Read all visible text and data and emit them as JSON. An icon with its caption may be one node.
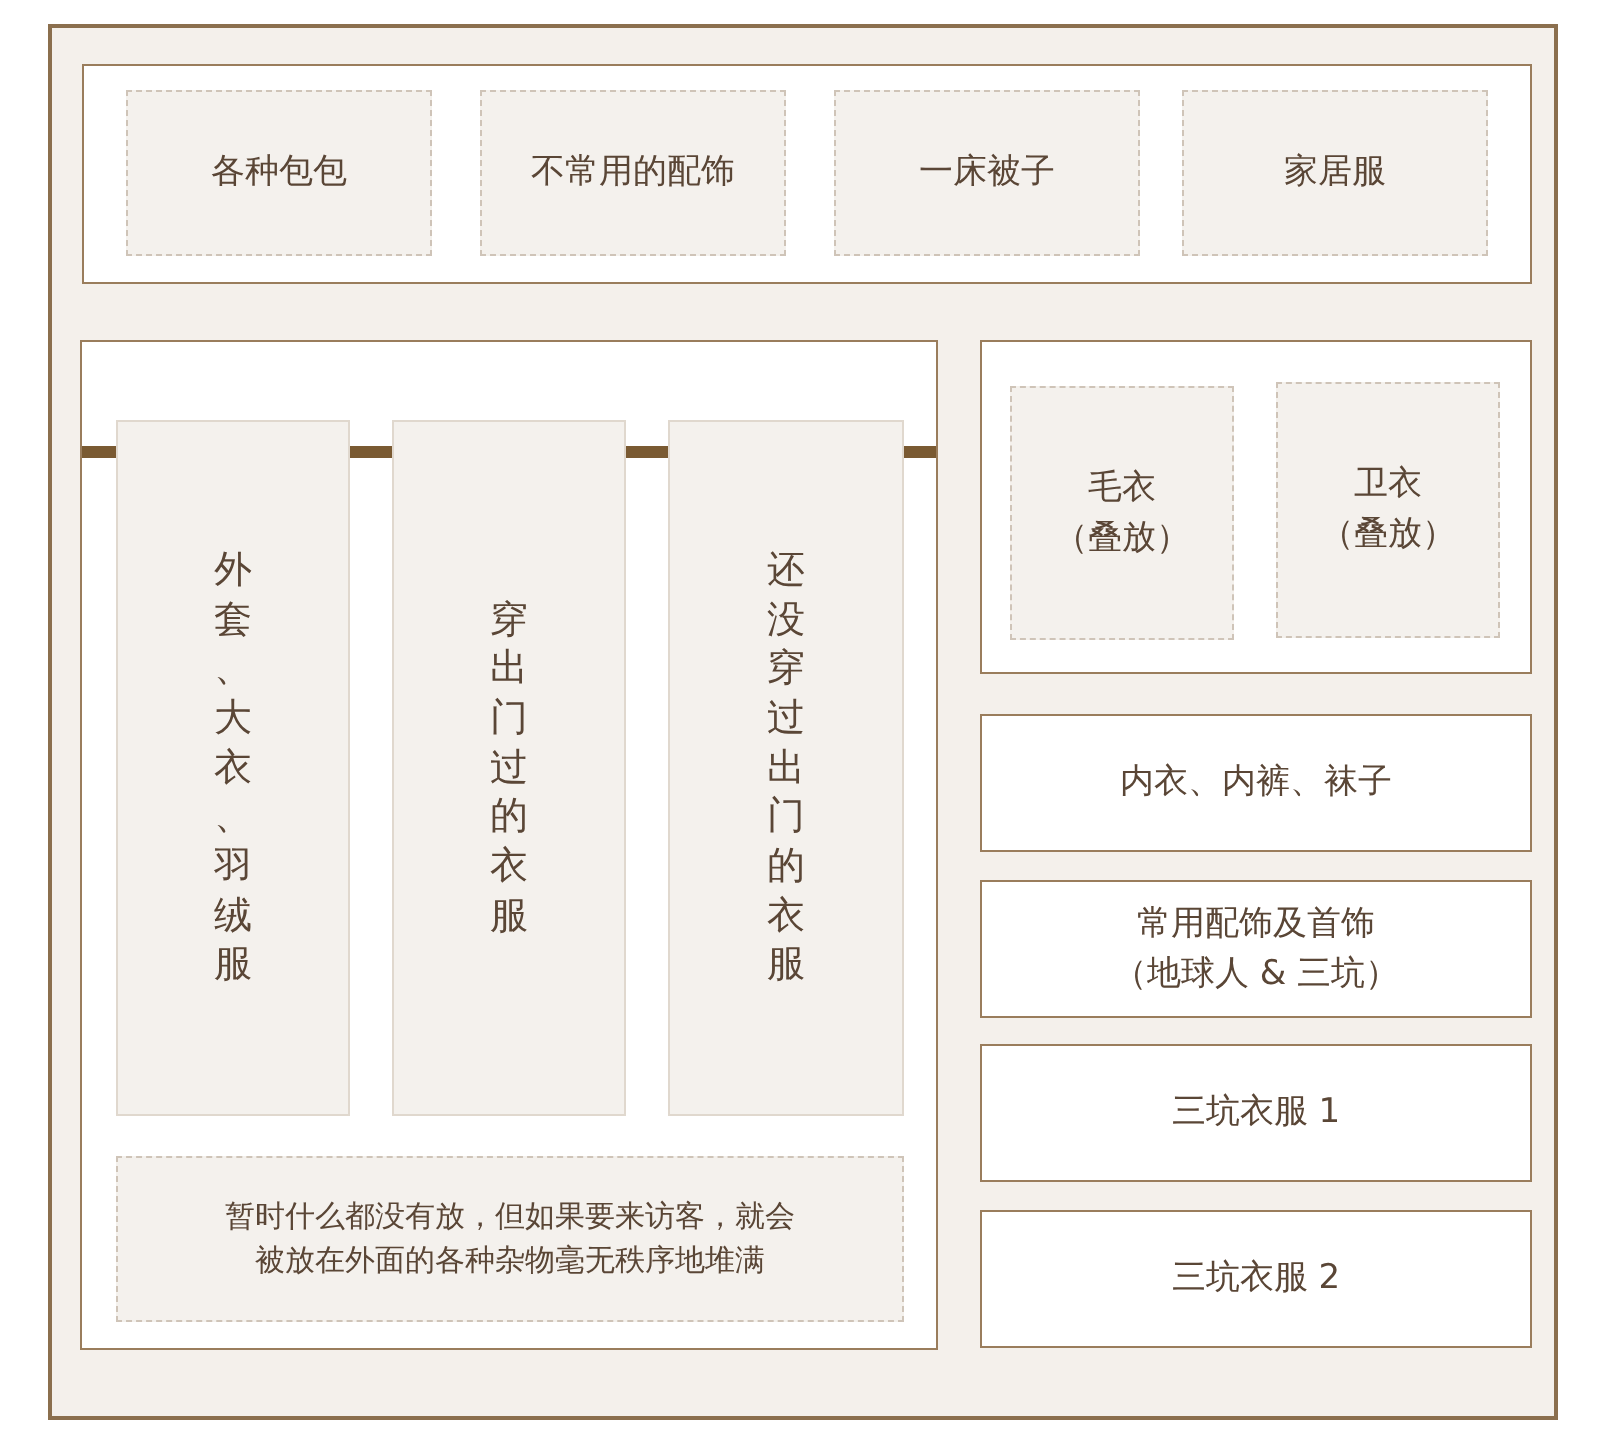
{
  "diagram": {
    "nodes": [
      {
        "text": [],
        "shape": "box"
      },
      {
        "text": [],
        "shape": "box",
        "in": 0
      },
      {
        "text": [
          "各种包包"
        ],
        "in": 1
      },
      {
        "text": [
          "不常用的配饰"
        ],
        "in": 1
      },
      {
        "text": [
          "一床被子"
        ],
        "in": 1
      },
      {
        "text": [
          "家居服"
        ],
        "in": 1
      },
      {
        "text": [],
        "shape": "box",
        "in": 0
      },
      {
        "text": [
          "外套、大衣、羽绒服"
        ],
        "in": 6
      },
      {
        "text": [
          "穿出门过的衣服"
        ],
        "in": 6
      },
      {
        "text": [
          "还没穿过出门的衣服"
        ],
        "in": 6
      },
      {
        "text": [
          "暂时什么都没有放，但如果要来访客，就会被放在外面的各种杂物毫无秩序地堆满"
        ],
        "in": 6
      },
      {
        "text": [],
        "shape": "box",
        "in": 0
      },
      {
        "text": [
          "毛衣",
          "（叠放）"
        ],
        "in": 11
      },
      {
        "text": [
          "卫衣",
          "（叠放）"
        ],
        "in": 11
      },
      {
        "text": [
          "内衣、内裤、袜子"
        ],
        "in": 0
      },
      {
        "text": [
          "常用配饰及首饰",
          "（地球人 & 三坑）"
        ],
        "in": 0
      },
      {
        "text": [
          "三坑衣服 1"
        ],
        "in": 0
      },
      {
        "text": [
          "三坑衣服 2"
        ],
        "in": 0
      }
    ],
    "edges": []
  }
}
